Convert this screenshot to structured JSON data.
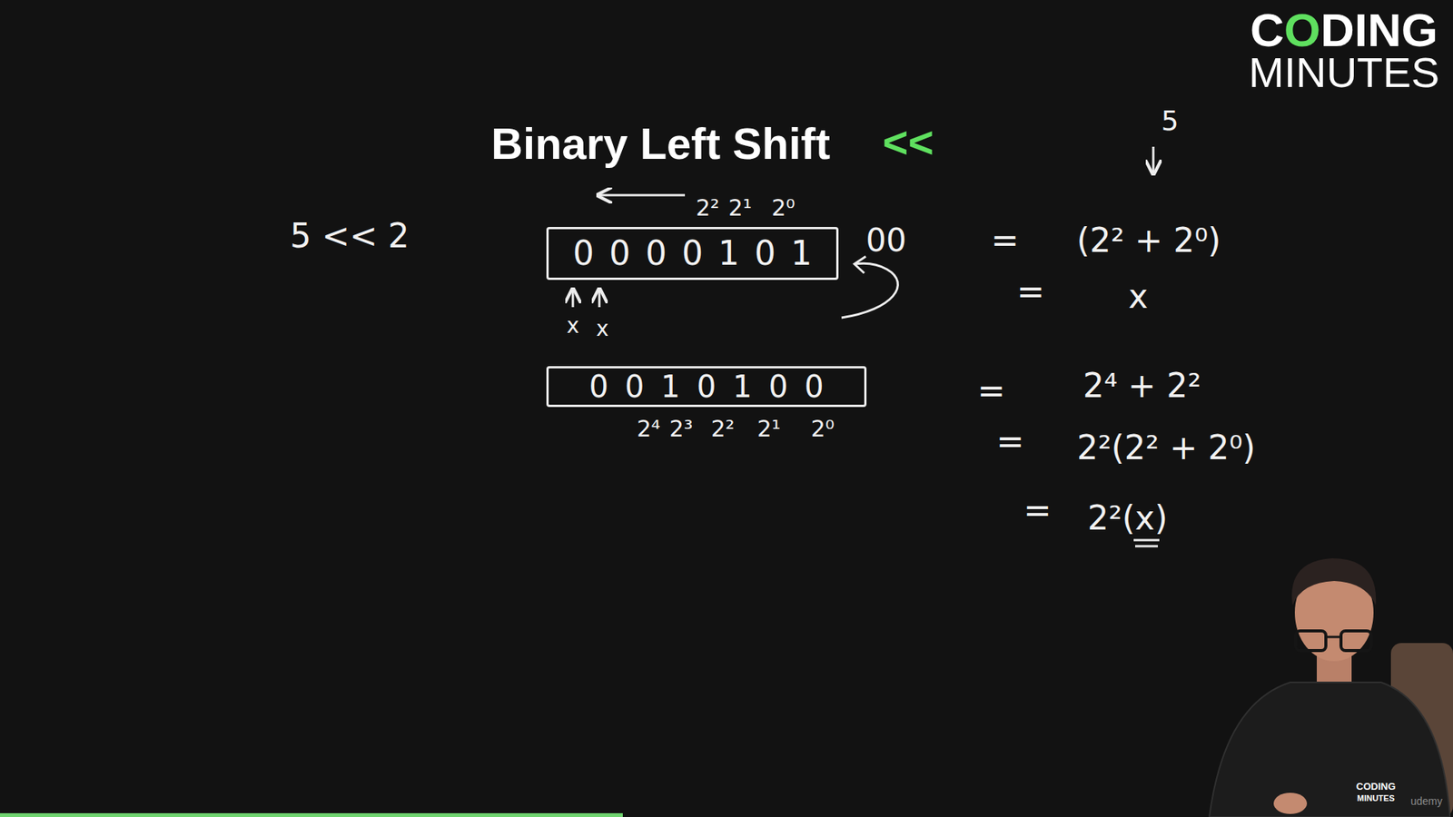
{
  "diagram": {
    "title": "Binary Left Shift",
    "nodes": [
      {
        "text": [
          "0000101"
        ]
      },
      {
        "text": [
          "0010100"
        ]
      }
    ],
    "labels": [
      "<<",
      "CODING",
      "MINUTES",
      "5 << 2",
      "2²",
      "2¹",
      "2⁰",
      "00",
      "x",
      "x",
      "2⁴",
      "2³",
      "2²",
      "2¹",
      "2⁰",
      "5",
      "=",
      "(2² + 2⁰)",
      "=",
      "x",
      "=",
      "2⁴ + 2²",
      "=",
      "2²(2² + 2⁰)",
      "=",
      "2²(x)",
      "udemy",
      "CODING",
      "MINUTES"
    ]
  }
}
